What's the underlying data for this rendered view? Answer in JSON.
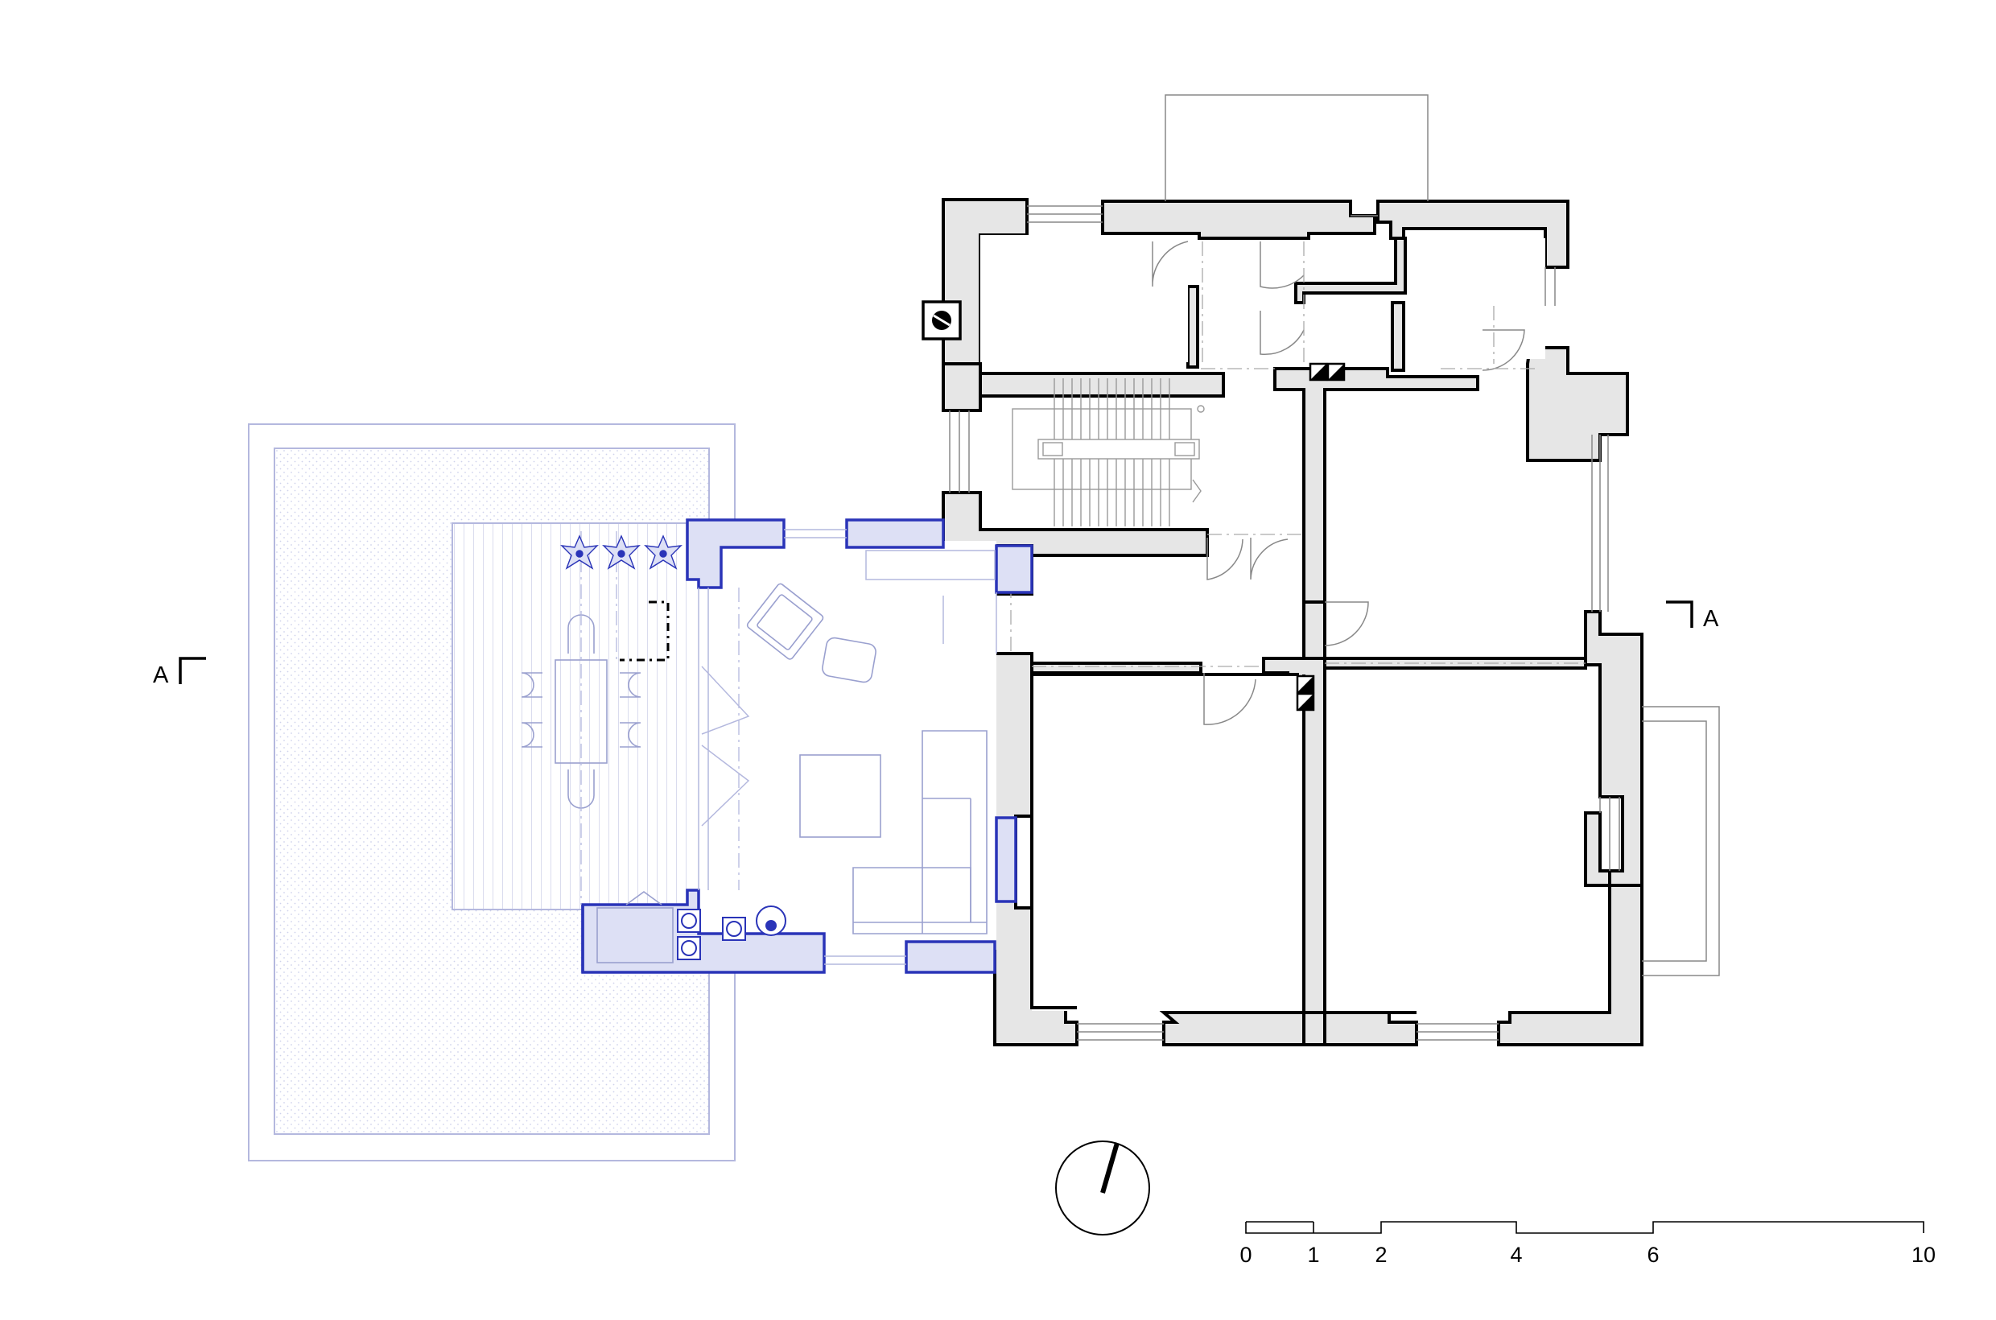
{
  "section_marks": {
    "left": "A",
    "right": "A"
  },
  "scale_bar": {
    "ticks": [
      "0",
      "1",
      "2",
      "4",
      "6",
      "10"
    ]
  },
  "colors": {
    "existing_wall_fill": "#e6e6e6",
    "existing_wall_stroke": "#000000",
    "new_wall_fill": "#dde0f5",
    "new_wall_stroke": "#2a34b8",
    "furniture_line": "#9aa0cf",
    "terrace_line": "#b4b8de",
    "deck_line": "#c9cce6",
    "fixture_line": "#777777"
  },
  "icons": {
    "north": "north-arrow-icon",
    "chimney": "chimney-flue-icon",
    "plants": "potted-plant-icon"
  }
}
